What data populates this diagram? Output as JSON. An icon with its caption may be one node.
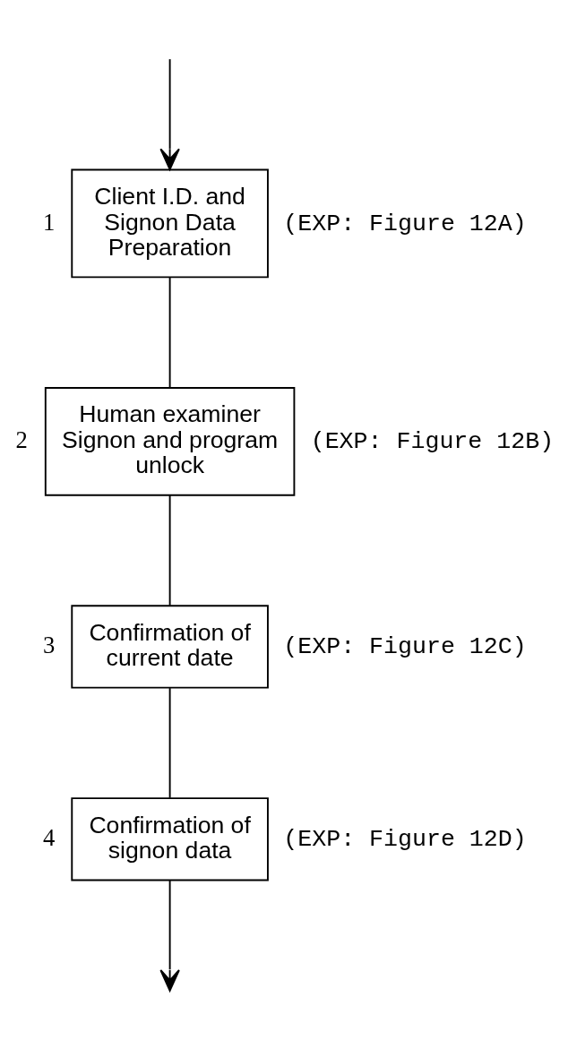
{
  "diagram": {
    "nodes": [
      {
        "text": [
          "Client I.D. and Signon Data Preparation"
        ],
        "beside": [
          "1",
          "(EXP: Figure 12A)"
        ]
      },
      {
        "text": [
          "Human examiner Signon and program unlock"
        ],
        "beside": [
          "2",
          "(EXP: Figure 12B)"
        ]
      },
      {
        "text": [
          "Confirmation of current date"
        ],
        "beside": [
          "3",
          "(EXP: Figure 12C)"
        ]
      },
      {
        "text": [
          "Confirmation of signon data"
        ],
        "beside": [
          "4",
          "(EXP: Figure 12D)"
        ]
      }
    ],
    "edges": [
      {
        "from": null,
        "to": 0,
        "arrow": "to"
      },
      {
        "from": 0,
        "to": 1,
        "arrow": "none"
      },
      {
        "from": 1,
        "to": 2,
        "arrow": "none"
      },
      {
        "from": 2,
        "to": 3,
        "arrow": "none"
      },
      {
        "from": 3,
        "to": null,
        "arrow": "to"
      }
    ]
  }
}
